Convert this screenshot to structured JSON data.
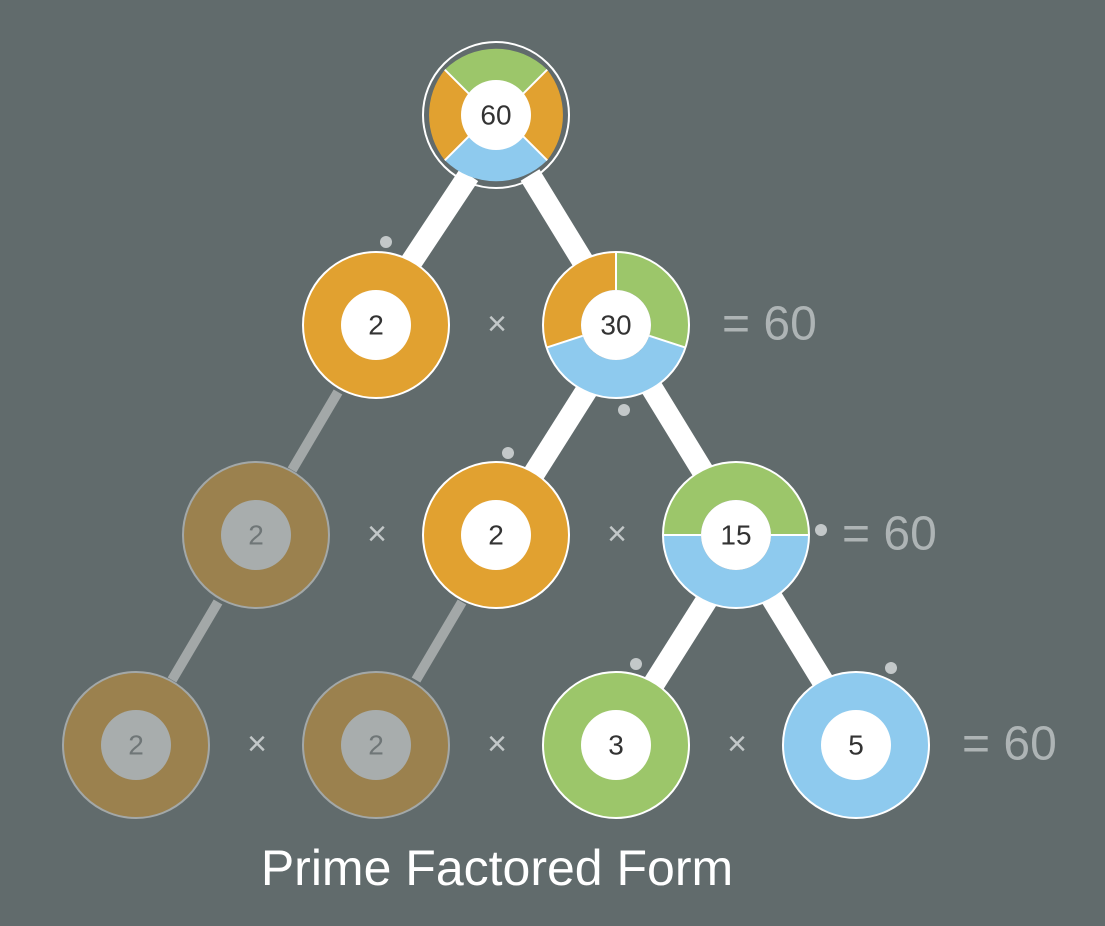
{
  "colors": {
    "background": "#616b6c",
    "factor_2": "#e1a130",
    "factor_3": "#9cc66a",
    "factor_5": "#8ecaee",
    "faded_ring": "#9b814e",
    "faded_center": "#a8adad",
    "node_border": "#ffffff",
    "edge_active": "#ffffff",
    "edge_faded": "#a3a8a8",
    "dot": "#c3c8c9"
  },
  "nodes": {
    "root": {
      "value": "60",
      "faded": false
    },
    "r1_left": {
      "value": "2",
      "faded": false
    },
    "r1_right": {
      "value": "30",
      "faded": false
    },
    "r2_a": {
      "value": "2",
      "faded": true
    },
    "r2_b": {
      "value": "2",
      "faded": false
    },
    "r2_c": {
      "value": "15",
      "faded": false
    },
    "r3_a": {
      "value": "2",
      "faded": true
    },
    "r3_b": {
      "value": "2",
      "faded": true
    },
    "r3_c": {
      "value": "3",
      "faded": false
    },
    "r3_d": {
      "value": "5",
      "faded": false
    }
  },
  "operators": {
    "r1": "×",
    "r2_1": "×",
    "r2_2": "×",
    "r3_1": "×",
    "r3_2": "×",
    "r3_3": "×"
  },
  "equations": {
    "r1": "= 60",
    "r2": "= 60",
    "r3": "= 60"
  },
  "caption": "Prime Factored Form"
}
